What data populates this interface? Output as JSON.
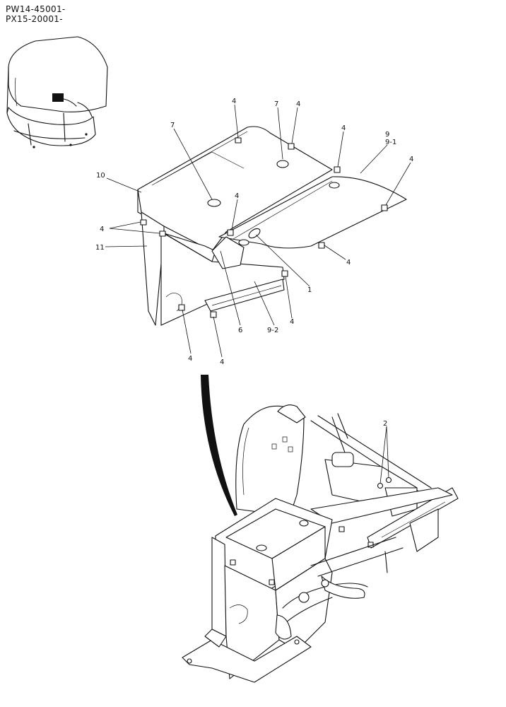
{
  "header": {
    "line1": "PW14-45001-",
    "line2": "PX15-20001-"
  },
  "callouts": {
    "c4a": "4",
    "c7a": "7",
    "c7b": "7",
    "c4b": "4",
    "c4c": "4",
    "c9": "9",
    "c9_1": "9-1",
    "c4d": "4",
    "c10": "10",
    "c4e": "4",
    "c4f": "4",
    "c11": "11",
    "c4g": "4",
    "c1": "1",
    "c6": "6",
    "c4h": "4",
    "c9_2": "9-2",
    "c4i": "4",
    "c4j": "4",
    "c2": "2"
  }
}
